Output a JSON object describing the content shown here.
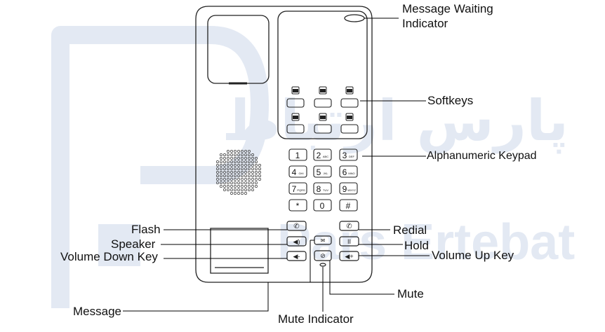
{
  "watermark": {
    "latin_text": "Pars Ertebat",
    "arabic_text": "پارس ارتباط",
    "color": "#e3e9f3"
  },
  "colors": {
    "outline": "#222222",
    "text": "#111111",
    "leader": "#000000",
    "watermark": "#e3e9f3"
  },
  "labels": {
    "message_waiting": "Message Waiting Indicator",
    "softkeys": "Softkeys",
    "keypad": "Alphanumeric Keypad",
    "flash": "Flash",
    "speaker": "Speaker",
    "volume_down": "Volume Down Key",
    "redial": "Redial",
    "hold": "Hold",
    "volume_up": "Volume Up Key",
    "mute": "Mute",
    "message": "Message",
    "mute_indicator": "Mute Indicator"
  },
  "keypad": {
    "keys": [
      {
        "digit": "1",
        "letters": ""
      },
      {
        "digit": "2",
        "letters": "ABC"
      },
      {
        "digit": "3",
        "letters": "DEF"
      },
      {
        "digit": "4",
        "letters": "GHI"
      },
      {
        "digit": "5",
        "letters": "JKL"
      },
      {
        "digit": "6",
        "letters": "MNO"
      },
      {
        "digit": "7",
        "letters": "PQRS"
      },
      {
        "digit": "8",
        "letters": "TUV"
      },
      {
        "digit": "9",
        "letters": "WXYZ"
      },
      {
        "digit": "*",
        "letters": ""
      },
      {
        "digit": "0",
        "letters": ""
      },
      {
        "digit": "#",
        "letters": ""
      }
    ]
  },
  "softkey_icons": [
    "directory-icon",
    "favorites-icon",
    "phonebook-icon",
    "settings-icon",
    "menu-icon",
    "call-log-icon"
  ],
  "function_icons": {
    "flash": "flash-icon",
    "redial": "redial-icon",
    "message": "envelope-icon",
    "speaker": "speaker-icon",
    "hold": "hold-icon",
    "volume_down": "volume-down-icon",
    "mute": "mute-icon",
    "volume_up": "volume-up-icon"
  }
}
